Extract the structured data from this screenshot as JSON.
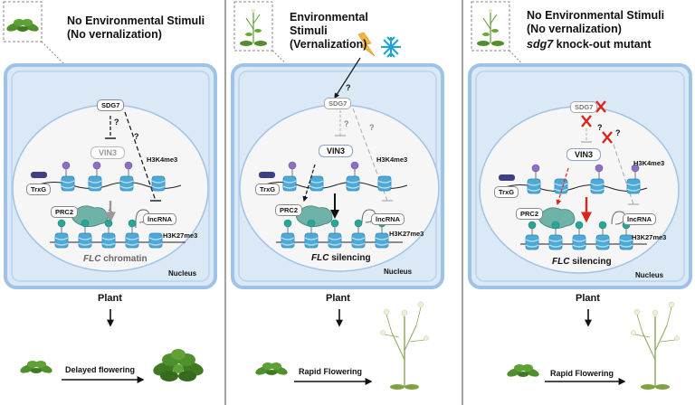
{
  "panels": [
    {
      "title_line1": "No Environmental Stimuli",
      "title_line2": "(No vernalization)",
      "sdg7": "SDG7",
      "q1": "?",
      "q2": "?",
      "vin3": "VIN3",
      "h3k4": "H3K4me3",
      "trxg": "TrxG",
      "prc2": "PRC2",
      "lncrna": "lncRNA",
      "h3k27": "H3K27me3",
      "flc_gene": "FLC",
      "flc_rest": " chromatin",
      "nucleus": "Nucleus",
      "plant": "Plant",
      "outcome": "Delayed flowering"
    },
    {
      "title_line1": "Environmental",
      "title_line2": "Stimuli",
      "title_line3": "(Vernalization)",
      "sdg7": "SDG7",
      "q0": "?",
      "q1": "?",
      "q2": "?",
      "vin3": "VIN3",
      "h3k4": "H3K4me3",
      "trxg": "TrxG",
      "prc2": "PRC2",
      "lncrna": "lncRNA",
      "h3k27": "H3K27me3",
      "flc_gene": "FLC",
      "flc_rest": " silencing",
      "nucleus": "Nucleus",
      "plant": "Plant",
      "outcome": "Rapid Flowering"
    },
    {
      "title_line1": "No Environmental Stimuli",
      "title_line2": "(No vernalization)",
      "title_gene": "sdg7",
      "title_rest": " knock-out mutant",
      "sdg7": "SDG7",
      "q1": "?",
      "q2": "?",
      "vin3": "VIN3",
      "h3k4": "H3K4me3",
      "trxg": "TrxG",
      "prc2": "PRC2",
      "lncrna": "lncRNA",
      "h3k27": "H3K27me3",
      "flc_gene": "FLC",
      "flc_rest": " silencing",
      "nucleus": "Nucleus",
      "plant": "Plant",
      "outcome": "Rapid Flowering"
    }
  ],
  "colors": {
    "cell_fill": "#dbe9f7",
    "cell_border": "#9fc3e6",
    "nucleus_fill": "#f6f6f6",
    "nucleosome": "#4fa9d6",
    "h3k4_mark": "#8e6fc2",
    "h3k27_mark": "#2aa59a",
    "red": "#d7261e",
    "plant_green": "#4f8f2c"
  }
}
